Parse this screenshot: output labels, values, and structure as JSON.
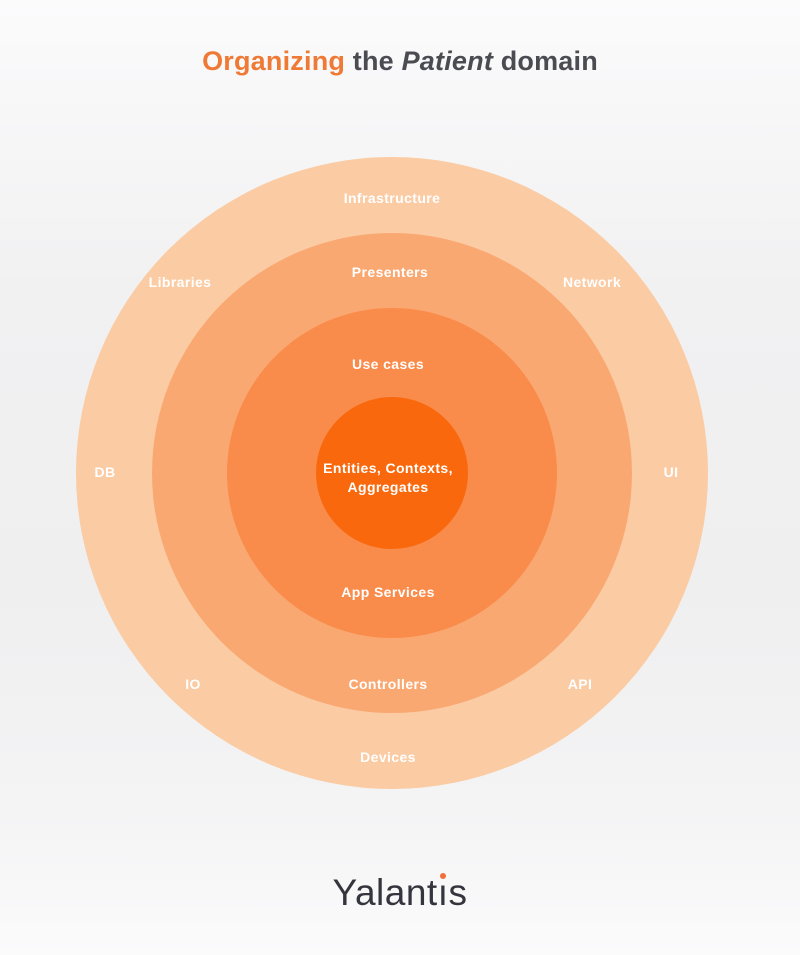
{
  "title": {
    "highlight": "Organizing",
    "middle": " the ",
    "emphasis": "Patient",
    "rest": " domain"
  },
  "colors": {
    "accent_orange": "#ee7a35",
    "layer_outer": "#fbcba3",
    "layer_ring2": "#faa872",
    "layer_ring3": "#f98b4b",
    "layer_core": "#f9680c",
    "label_text": "#ffffff",
    "title_text": "#4b4b52",
    "logo_text": "#35353d"
  },
  "diagram": {
    "type": "concentric-onion",
    "layers": {
      "outer": {
        "top": "Infrastructure",
        "upper_left": "Libraries",
        "upper_right": "Network",
        "left": "DB",
        "right": "UI",
        "lower_left": "IO",
        "lower_right": "API",
        "bottom": "Devices",
        "color": "#fbcba3"
      },
      "ring2": {
        "top": "Presenters",
        "bottom": "Controllers",
        "color": "#faa872"
      },
      "ring3": {
        "top": "Use cases",
        "bottom": "App Services",
        "color": "#f98b4b"
      },
      "core": {
        "line1": "Entities, Contexts,",
        "line2": "Aggregates",
        "color": "#f9680c"
      }
    }
  },
  "footer": {
    "logo_text": "Yalantis",
    "logo_pre": "Yalant",
    "logo_dotless_i": "ı",
    "logo_post": "s"
  }
}
